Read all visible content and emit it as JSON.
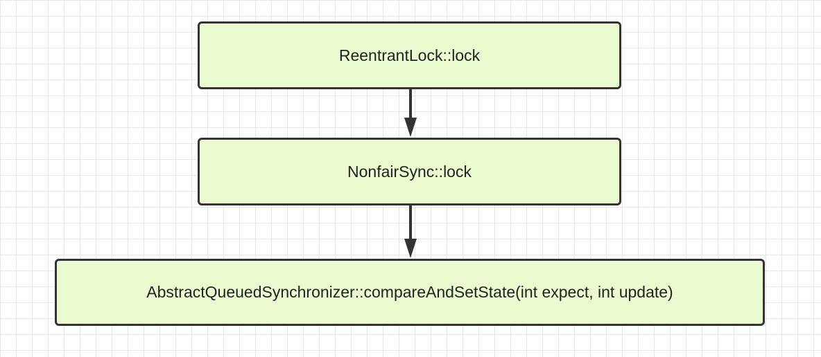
{
  "diagram": {
    "nodes": [
      {
        "id": "n1",
        "label": "ReentrantLock::lock"
      },
      {
        "id": "n2",
        "label": "NonfairSync::lock"
      },
      {
        "id": "n3",
        "label": "AbstractQueuedSynchronizer::compareAndSetState(int expect, int update)"
      }
    ],
    "edges": [
      {
        "from": "n1",
        "to": "n2"
      },
      {
        "from": "n2",
        "to": "n3"
      }
    ],
    "colors": {
      "node_fill": "#eafbd0",
      "node_border": "#333333",
      "arrow": "#333333",
      "grid": "#e6e6e6"
    }
  }
}
